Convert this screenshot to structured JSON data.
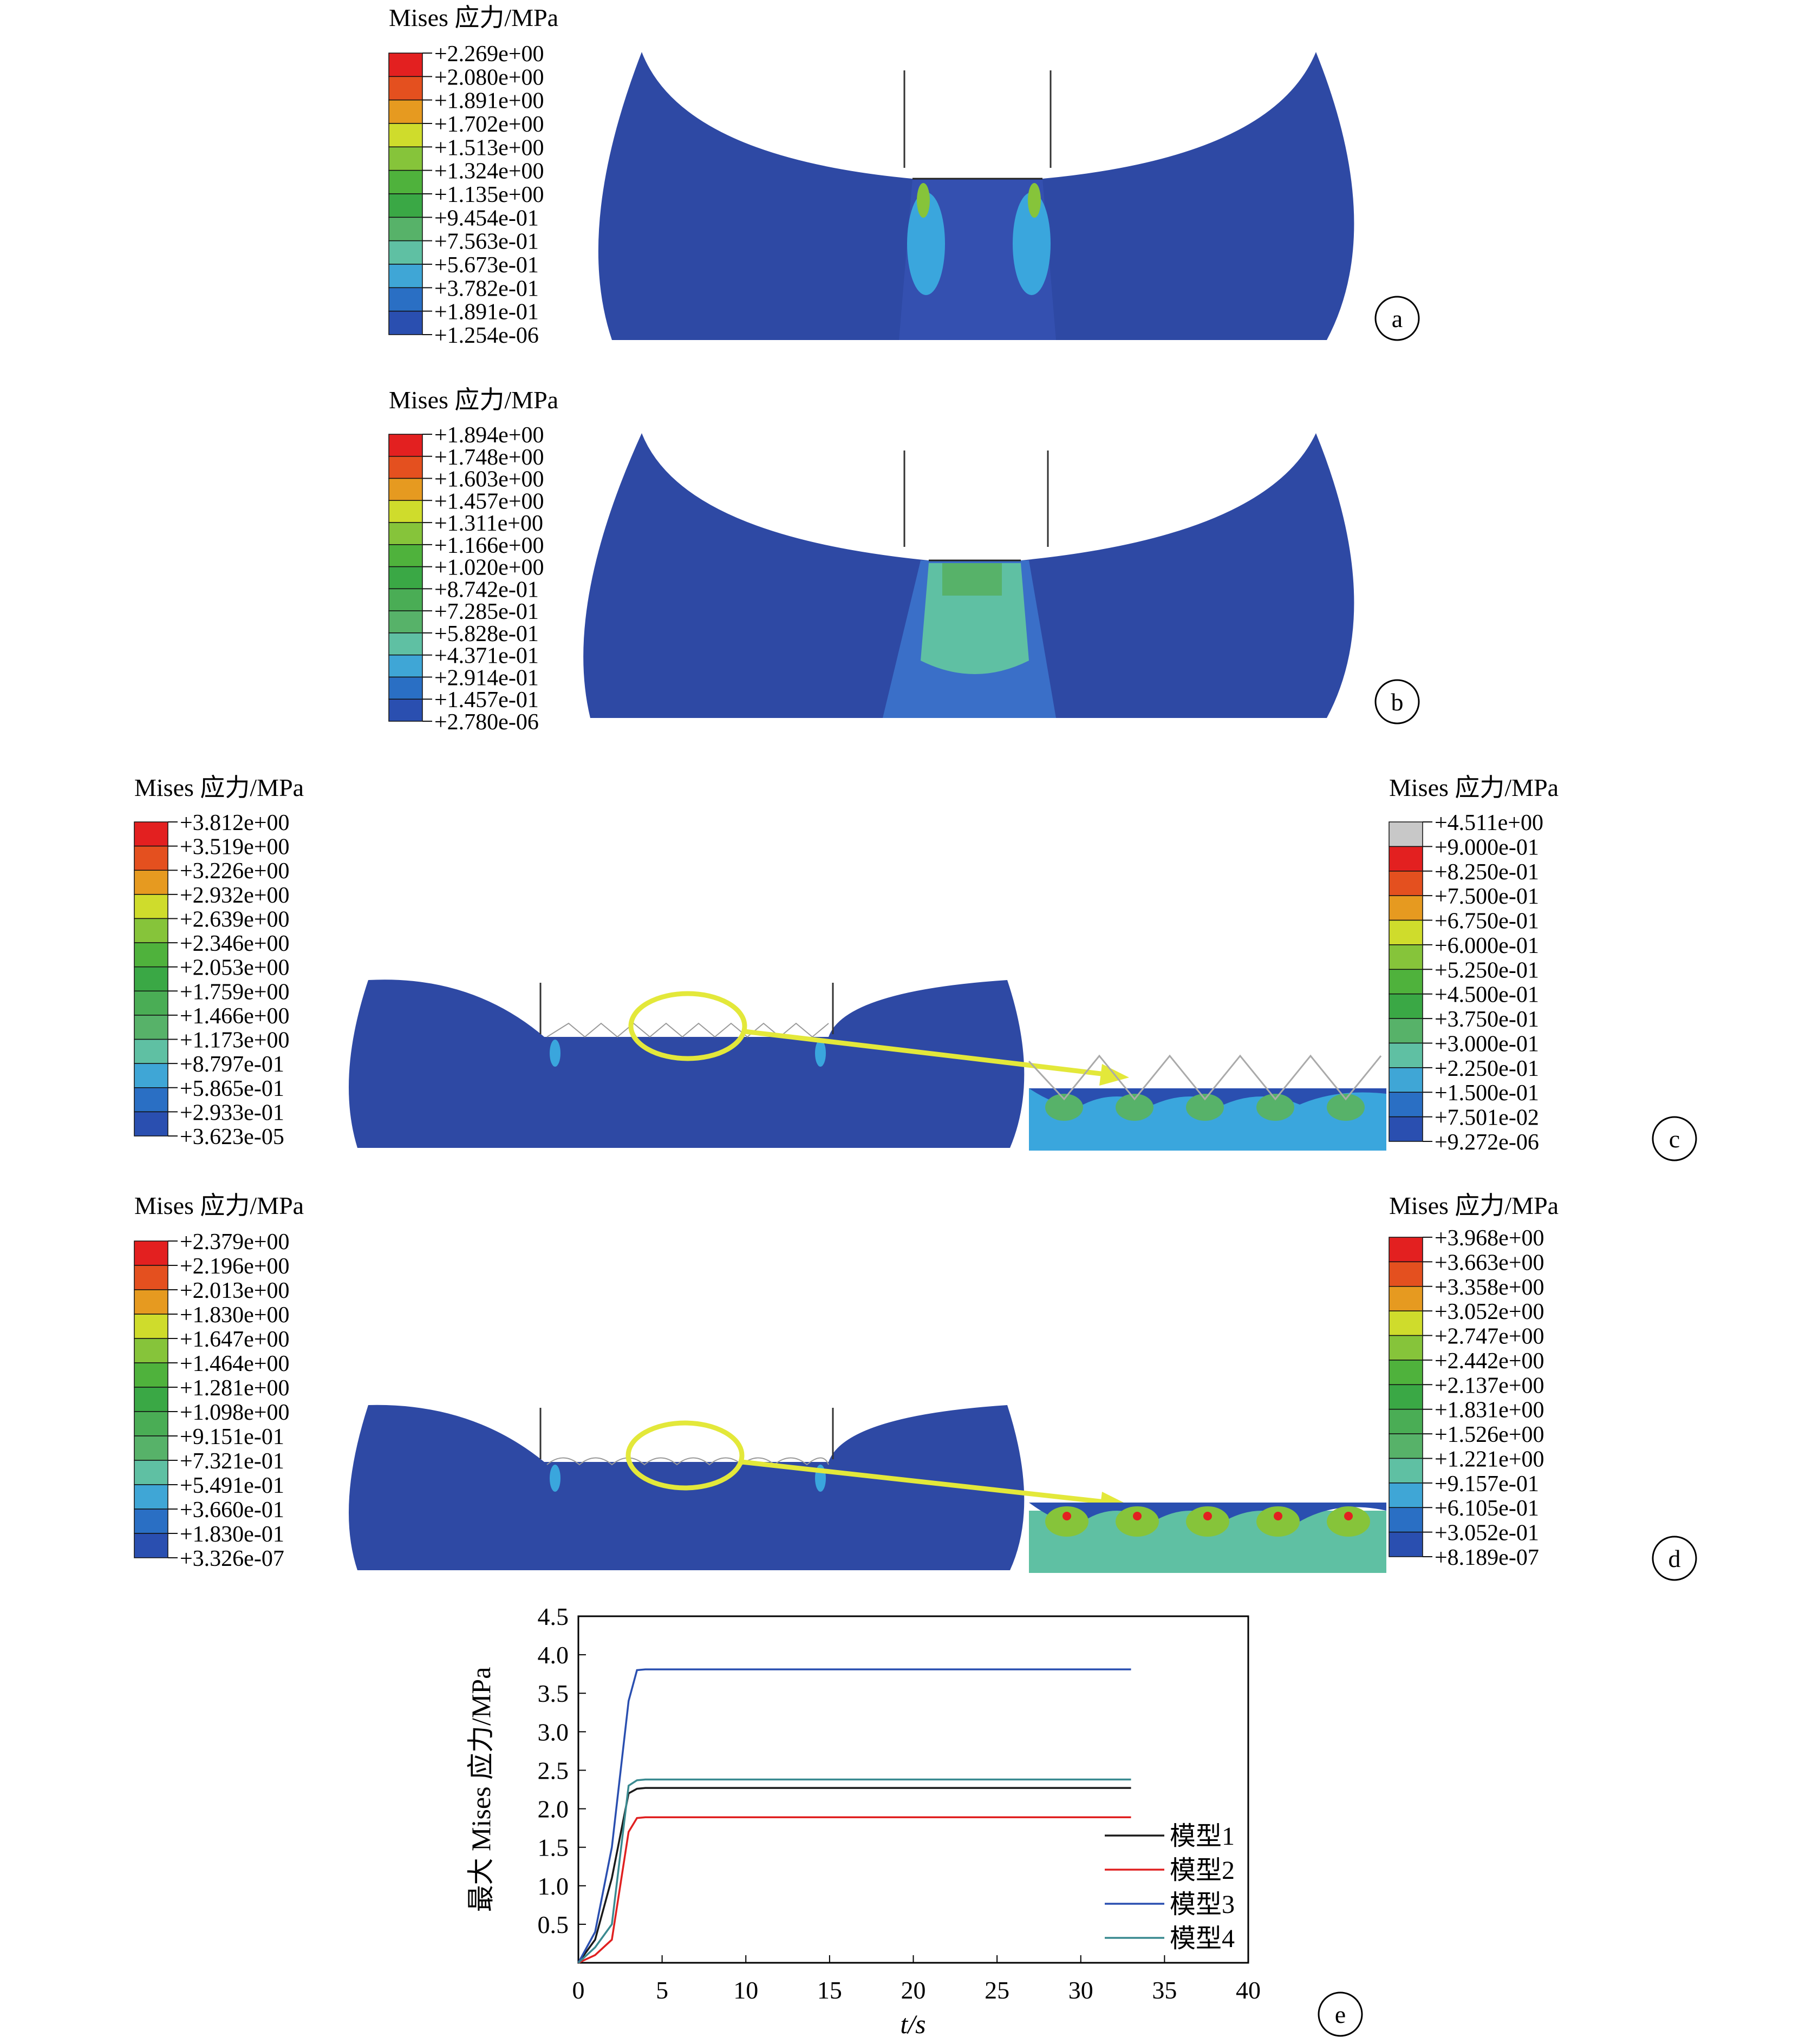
{
  "panels": [
    {
      "label": "a",
      "legend_title": "Mises 应力/MPa",
      "legend_values": [
        "+2.269e+00",
        "+2.080e+00",
        "+1.891e+00",
        "+1.702e+00",
        "+1.513e+00",
        "+1.324e+00",
        "+1.135e+00",
        "+9.454e-01",
        "+7.563e-01",
        "+5.673e-01",
        "+3.782e-01",
        "+1.891e-01",
        "+1.254e-06"
      ]
    },
    {
      "label": "b",
      "legend_title": "Mises 应力/MPa",
      "legend_values": [
        "+1.894e+00",
        "+1.748e+00",
        "+1.603e+00",
        "+1.457e+00",
        "+1.311e+00",
        "+1.166e+00",
        "+1.020e+00",
        "+8.742e-01",
        "+7.285e-01",
        "+5.828e-01",
        "+4.371e-01",
        "+2.914e-01",
        "+1.457e-01",
        "+2.780e-06"
      ]
    },
    {
      "label": "c",
      "legend_title": "Mises 应力/MPa",
      "legend_values": [
        "+3.812e+00",
        "+3.519e+00",
        "+3.226e+00",
        "+2.932e+00",
        "+2.639e+00",
        "+2.346e+00",
        "+2.053e+00",
        "+1.759e+00",
        "+1.466e+00",
        "+1.173e+00",
        "+8.797e-01",
        "+5.865e-01",
        "+2.933e-01",
        "+3.623e-05"
      ],
      "detail_legend_title": "Mises 应力/MPa",
      "detail_legend_values": [
        "+4.511e+00",
        "+9.000e-01",
        "+8.250e-01",
        "+7.500e-01",
        "+6.750e-01",
        "+6.000e-01",
        "+5.250e-01",
        "+4.500e-01",
        "+3.750e-01",
        "+3.000e-01",
        "+2.250e-01",
        "+1.500e-01",
        "+7.501e-02",
        "+9.272e-06"
      ]
    },
    {
      "label": "d",
      "legend_title": "Mises 应力/MPa",
      "legend_values": [
        "+2.379e+00",
        "+2.196e+00",
        "+2.013e+00",
        "+1.830e+00",
        "+1.647e+00",
        "+1.464e+00",
        "+1.281e+00",
        "+1.098e+00",
        "+9.151e-01",
        "+7.321e-01",
        "+5.491e-01",
        "+3.660e-01",
        "+1.830e-01",
        "+3.326e-07"
      ],
      "detail_legend_title": "Mises 应力/MPa",
      "detail_legend_values": [
        "+3.968e+00",
        "+3.663e+00",
        "+3.358e+00",
        "+3.052e+00",
        "+2.747e+00",
        "+2.442e+00",
        "+2.137e+00",
        "+1.831e+00",
        "+1.526e+00",
        "+1.221e+00",
        "+9.157e-01",
        "+6.105e-01",
        "+3.052e-01",
        "+8.189e-07"
      ]
    }
  ],
  "colormap_13": [
    "#e32020",
    "#e4501f",
    "#e69a20",
    "#cfdc2c",
    "#86c43a",
    "#4fb23c",
    "#3aa845",
    "#57b269",
    "#5fc0a3",
    "#3fa6d6",
    "#2a6fc4",
    "#2a4fb0"
  ],
  "colormap_14": [
    "#e32020",
    "#e4501f",
    "#e69a20",
    "#cfdc2c",
    "#86c43a",
    "#4fb23c",
    "#3aa845",
    "#4aad55",
    "#57b269",
    "#5fc0a3",
    "#3fa6d6",
    "#2a6fc4",
    "#2a4fb0"
  ],
  "colormap_detail_c": [
    "#c8c8c8",
    "#e32020",
    "#e4501f",
    "#e69a20",
    "#cfdc2c",
    "#86c43a",
    "#4fb23c",
    "#3aa845",
    "#57b269",
    "#5fc0a3",
    "#3fa6d6",
    "#2a6fc4",
    "#2a4fb0"
  ],
  "model_colors": {
    "background": "#2e49a4",
    "glow": "#3aa6dd"
  },
  "chart_data": {
    "type": "line",
    "panel_label": "e",
    "xlabel": "t/s",
    "ylabel": "最大 Mises 应力/MPa",
    "xlim": [
      0,
      40
    ],
    "ylim": [
      0,
      4.5
    ],
    "xticks": [
      0,
      5,
      10,
      15,
      20,
      25,
      30,
      35,
      40
    ],
    "yticks": [
      0.5,
      1.0,
      1.5,
      2.0,
      2.5,
      3.0,
      3.5,
      4.0,
      4.5
    ],
    "legend_position": "bottom-right",
    "series": [
      {
        "name": "模型1",
        "color": "#1a1a1a",
        "x": [
          0,
          1,
          2,
          3,
          3.5,
          4,
          33
        ],
        "y": [
          0,
          0.3,
          1.1,
          2.2,
          2.26,
          2.27,
          2.27
        ]
      },
      {
        "name": "模型2",
        "color": "#e02020",
        "x": [
          0,
          1,
          2,
          3,
          3.5,
          4,
          33
        ],
        "y": [
          0,
          0.1,
          0.3,
          1.7,
          1.88,
          1.89,
          1.89
        ]
      },
      {
        "name": "模型3",
        "color": "#2a4fb0",
        "x": [
          0,
          1,
          2,
          3,
          3.5,
          4,
          33
        ],
        "y": [
          0,
          0.4,
          1.5,
          3.4,
          3.8,
          3.81,
          3.81
        ]
      },
      {
        "name": "模型4",
        "color": "#3a8a90",
        "x": [
          0,
          1,
          2,
          3,
          3.5,
          4,
          33
        ],
        "y": [
          0,
          0.2,
          0.5,
          2.3,
          2.37,
          2.38,
          2.38
        ]
      }
    ]
  }
}
